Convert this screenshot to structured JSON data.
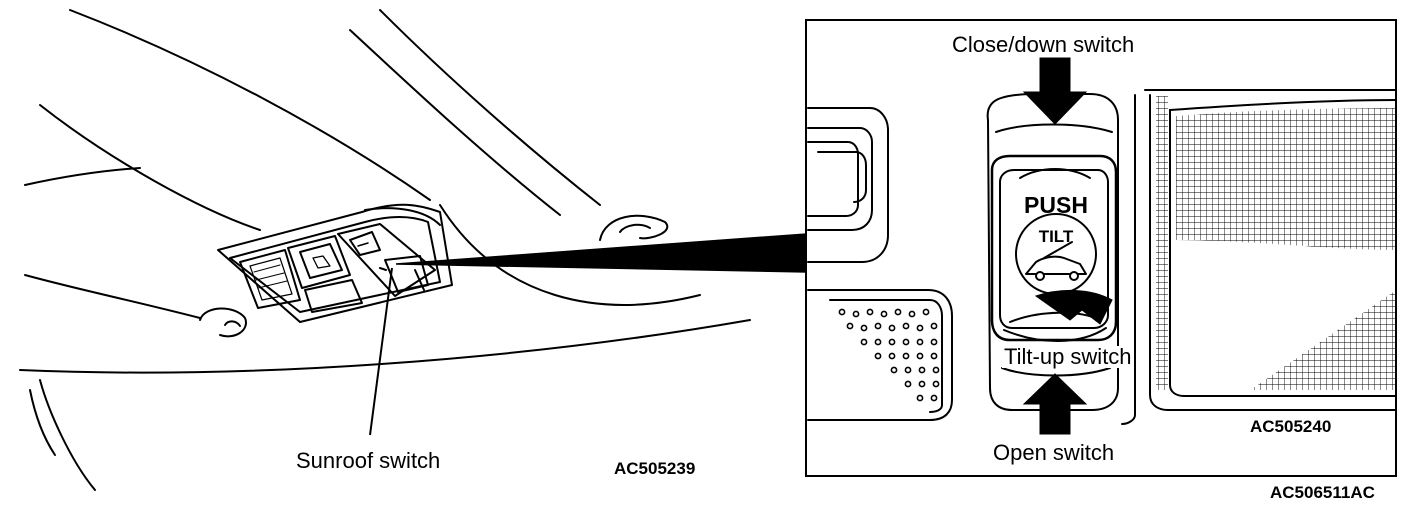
{
  "labels": {
    "sunroof_switch": "Sunroof switch",
    "close_down_switch": "Close/down switch",
    "tilt_up_switch": "Tilt-up switch",
    "open_switch": "Open switch"
  },
  "switch_face": {
    "push": "PUSH",
    "tilt": "TILT"
  },
  "codes": {
    "left_figure": "AC505239",
    "inset_figure": "AC505240",
    "overall_figure": "AC506511AC"
  }
}
